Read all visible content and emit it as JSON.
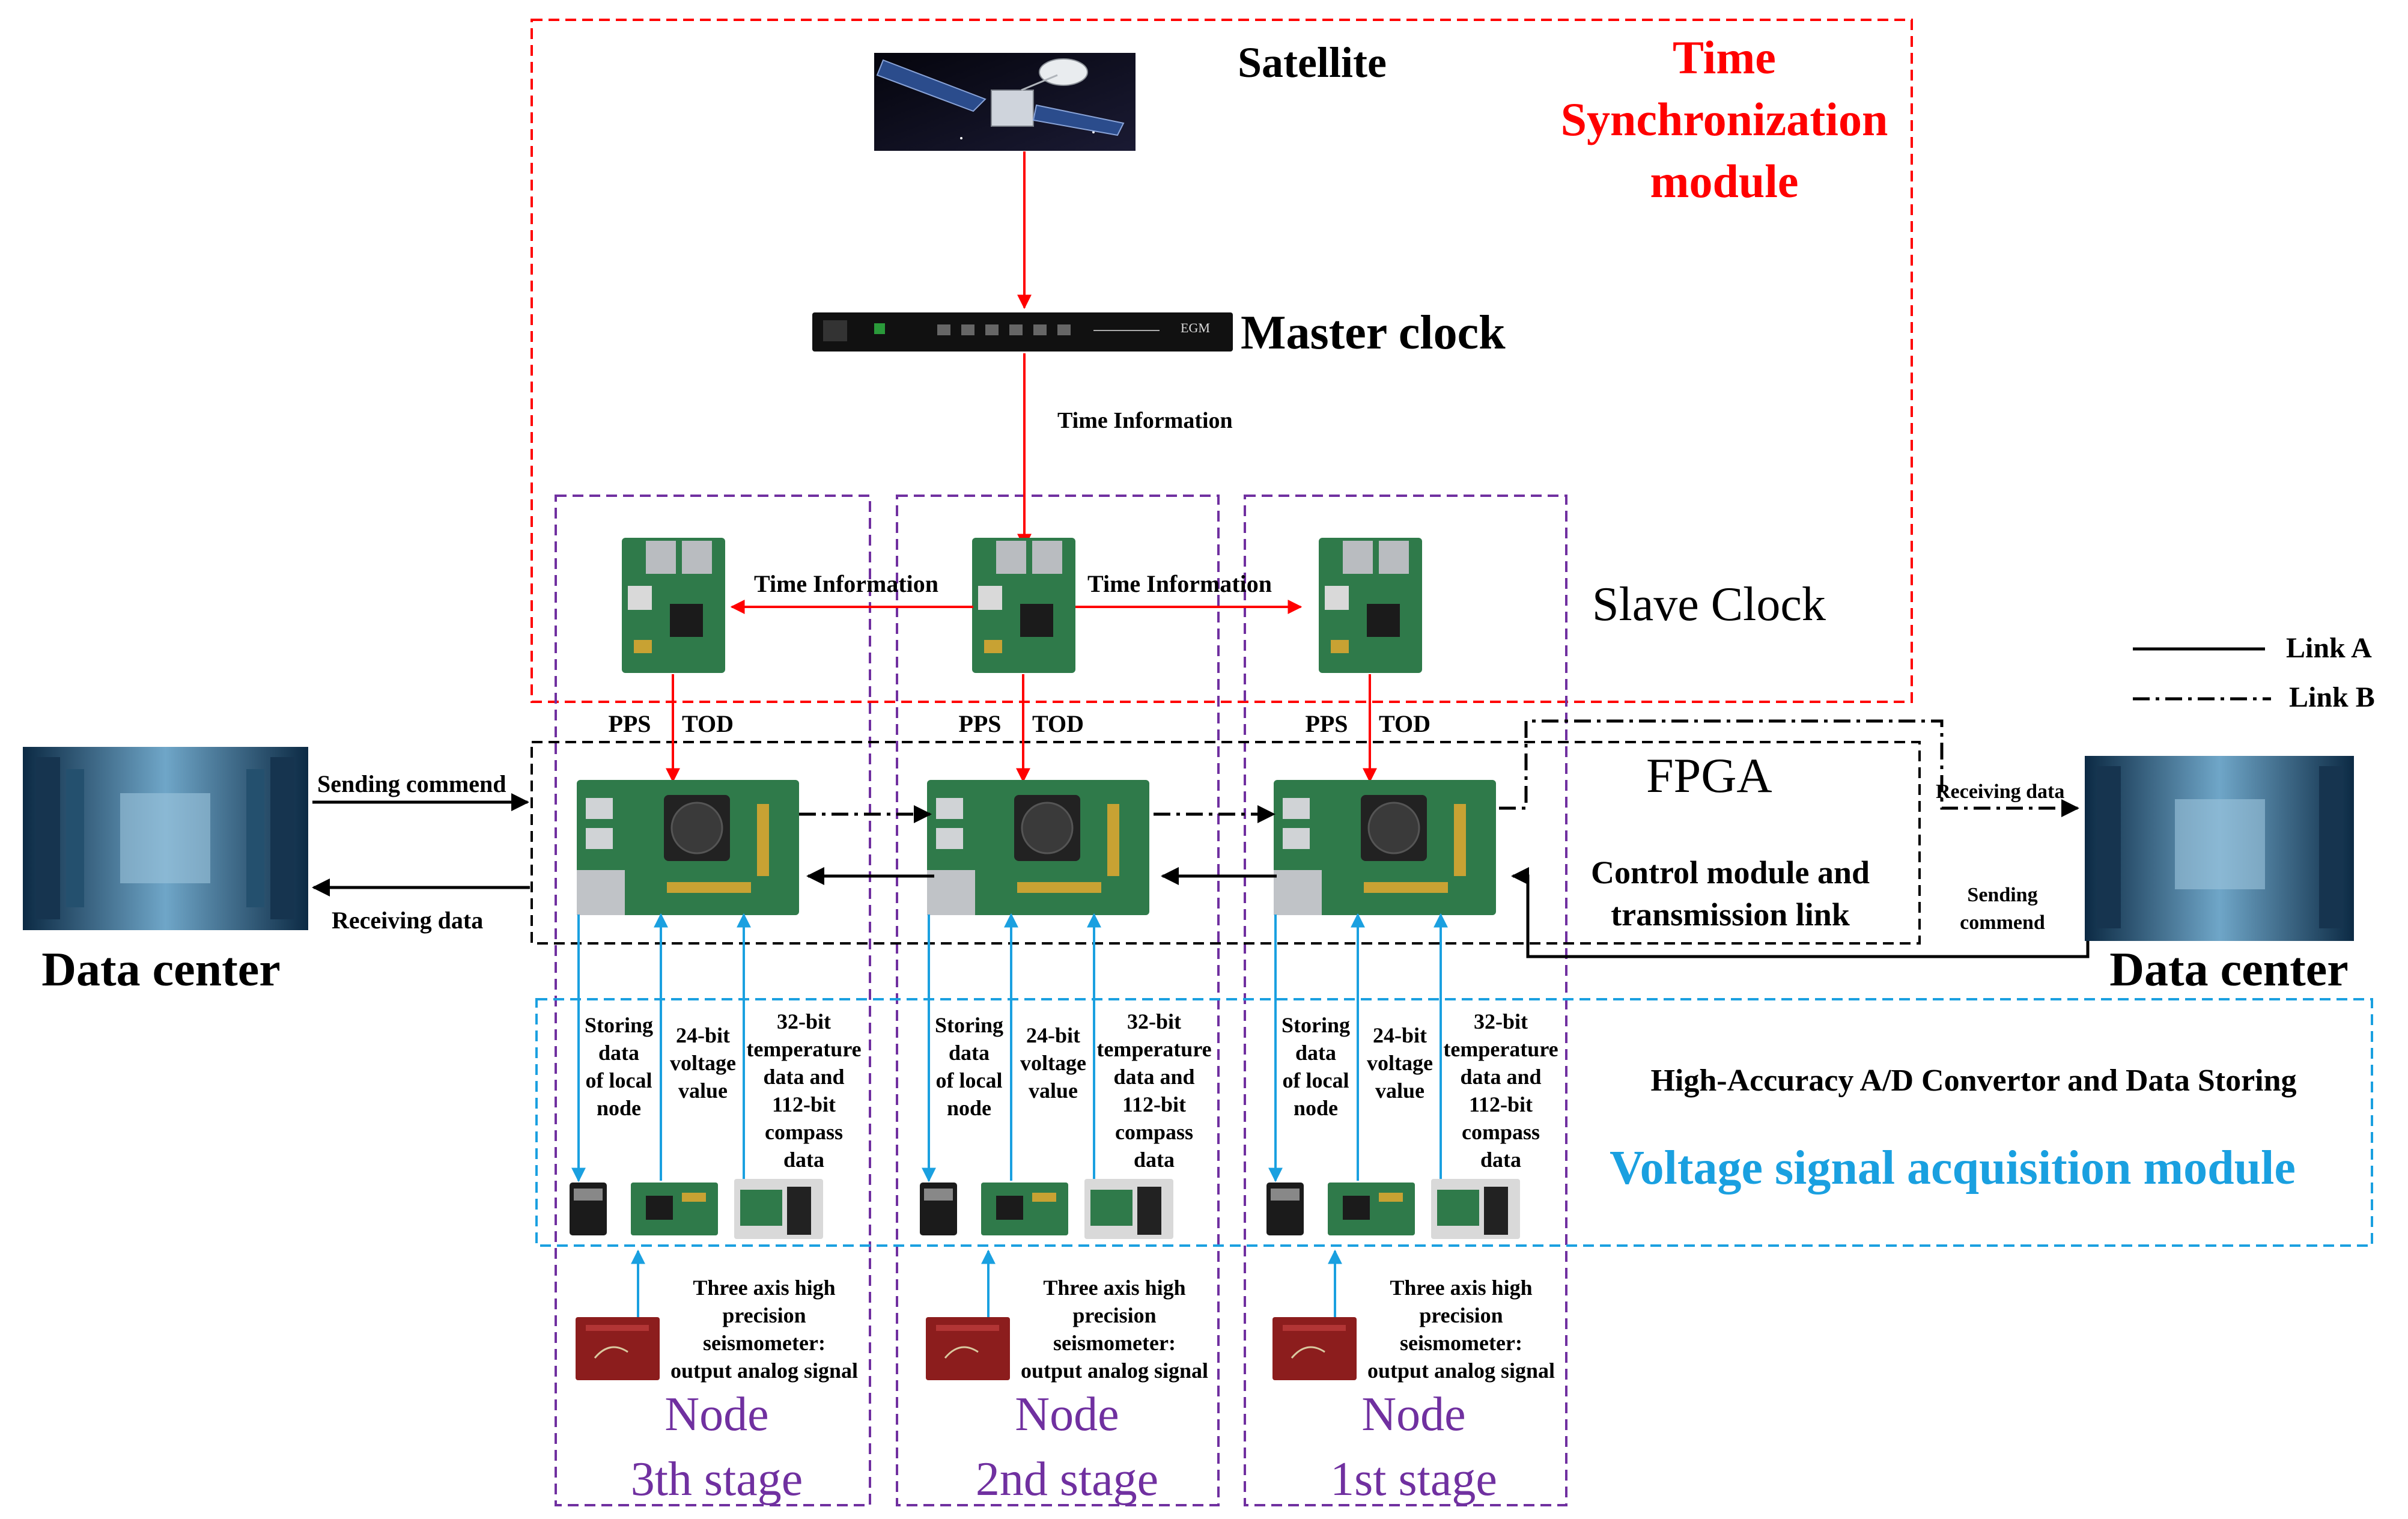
{
  "time_sync_module": {
    "title_lines": [
      "Time",
      "Synchronization",
      "module"
    ],
    "color": "#ff0000"
  },
  "satellite": {
    "label": "Satellite",
    "icon": "satellite-icon"
  },
  "master_clock": {
    "label": "Master clock",
    "icon": "master-clock-icon",
    "device_text": "EGM"
  },
  "arrow_labels": {
    "master_to_slave": "Time Information",
    "slave_left": "Time Information",
    "slave_right": "Time Information"
  },
  "slave_clock": {
    "label": "Slave Clock"
  },
  "legend": {
    "link_a": "Link A",
    "link_b": "Link B"
  },
  "fpga": {
    "label": "FPGA",
    "module_lines": [
      "Control module and",
      "transmission link"
    ]
  },
  "signals": {
    "pps": "PPS",
    "tod": "TOD"
  },
  "data_center_left": {
    "label": "Data center",
    "sending": "Sending commend",
    "receiving": "Receiving  data"
  },
  "data_center_right": {
    "label": "Data center",
    "receiving": "Receiving  data",
    "sending_lines": [
      "Sending",
      "commend"
    ]
  },
  "acquisition": {
    "heading": "High-Accuracy A/D Convertor and Data Storing",
    "title": "Voltage signal acquisition module",
    "title_color": "#1aa0e0",
    "storing_lines": [
      "Storing",
      "data",
      "of local",
      "node"
    ],
    "voltage_lines": [
      "24-bit",
      "voltage",
      "value"
    ],
    "temp_lines": [
      "32-bit",
      "temperature",
      "data and",
      "112-bit",
      "compass",
      "data"
    ]
  },
  "seismometer": {
    "lines": [
      "Three axis high",
      "precision",
      "seismometer:",
      "output analog signal"
    ]
  },
  "nodes": [
    {
      "line1": "Node",
      "line2": "3th stage"
    },
    {
      "line1": "Node",
      "line2": "2nd stage"
    },
    {
      "line1": "Node",
      "line2": "1st stage"
    }
  ],
  "colors": {
    "red": "#ff0000",
    "purple": "#7030a0",
    "blue": "#1aa0e0",
    "black": "#000000",
    "board_green": "#2f7a4a"
  }
}
